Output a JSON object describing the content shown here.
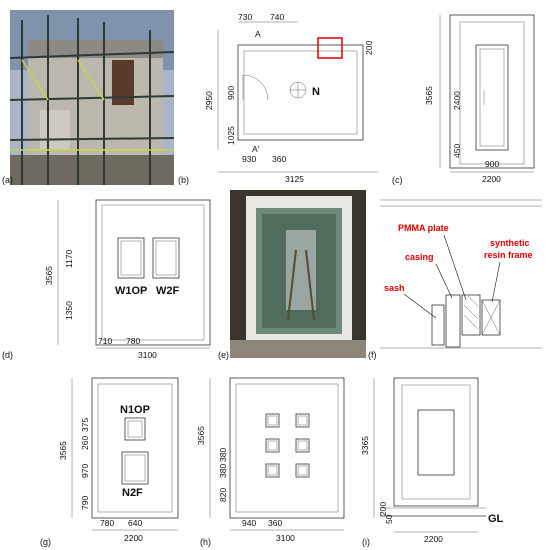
{
  "panels": {
    "a": {
      "label": "(a)"
    },
    "b": {
      "label": "(b)",
      "dims": {
        "top_left": "730",
        "top_right": "740",
        "height": "2950",
        "upper_left": "900",
        "lower_left": "1025",
        "bottom_left": "930",
        "bottom_mid": "360",
        "width": "3125",
        "right_small": "200"
      },
      "north": "N",
      "section_a": "A",
      "section_a_prime": "A'"
    },
    "c": {
      "label": "(c)",
      "dims": {
        "height": "3565",
        "door_height": "2400",
        "bottom": "450",
        "door_width": "900",
        "width": "2200"
      }
    },
    "d": {
      "label": "(d)",
      "dims": {
        "height": "3565",
        "upper": "1170",
        "lower": "1350",
        "left": "710",
        "mid": "780",
        "width": "3100"
      },
      "tags": [
        "W1OP",
        "W2F"
      ]
    },
    "e": {
      "label": "(e)"
    },
    "f": {
      "label": "(f)",
      "callouts": [
        "PMMA plate",
        "casing",
        "synthetic",
        "resin frame",
        "sash"
      ]
    },
    "g": {
      "label": "(g)",
      "dims": {
        "height": "3565",
        "a": "970",
        "b": "790",
        "small1": "375",
        "small2": "260",
        "left": "780",
        "mid": "640",
        "width": "2200"
      },
      "tags": [
        "N1OP",
        "N2F"
      ]
    },
    "h": {
      "label": "(h)",
      "dims": {
        "height": "3565",
        "small1": "380",
        "small2": "380",
        "bottom": "820",
        "left": "940",
        "mid": "360",
        "width": "3100"
      }
    },
    "i": {
      "label": "(i)",
      "dims": {
        "height": "3365",
        "small1": "200",
        "small2": "50",
        "width": "2200"
      },
      "ground": "GL"
    }
  }
}
